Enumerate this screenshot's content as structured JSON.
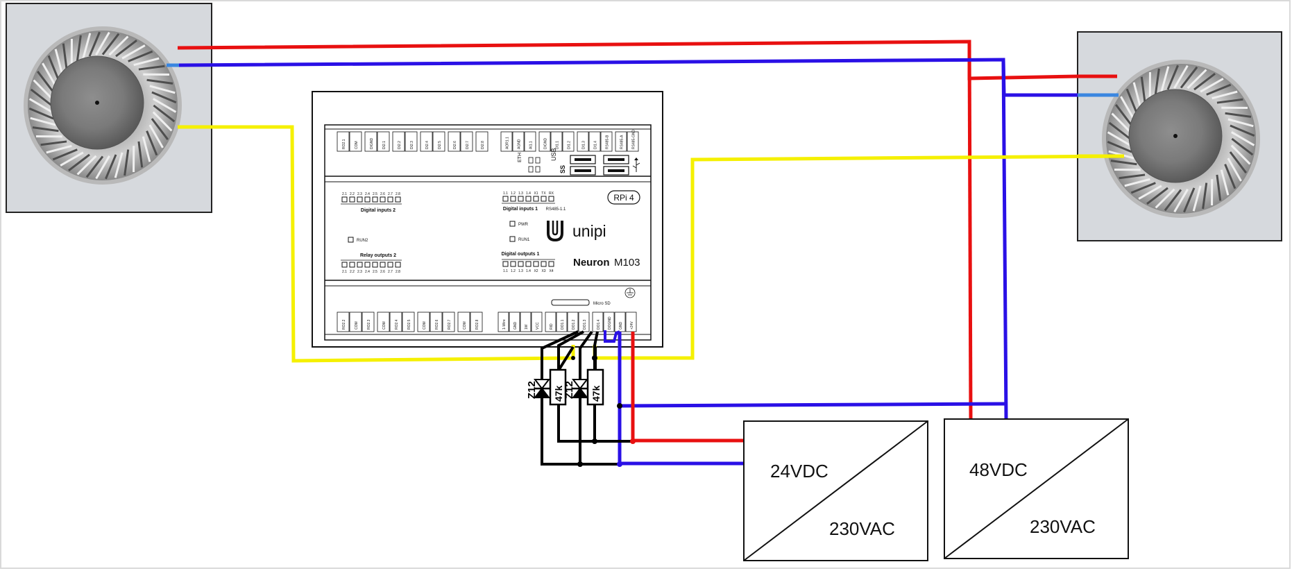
{
  "controller": {
    "badge": "RPi 4",
    "brand": "unipi",
    "model_bold": "Neuron",
    "model_rest": "M103",
    "section_digital_inputs_2": "Digital inputs 2",
    "section_digital_inputs_1": "Digital inputs 1",
    "section_relay_outputs_2": "Relay outputs 2",
    "section_digital_outputs_1": "Digital outputs 1",
    "rs485_label": "RS485-1.1",
    "pwr_label": "PWR",
    "run1_label": "RUN1",
    "run2_label": "RUN2",
    "microsd_label": "Micro SD",
    "eth_label": "ETH",
    "usb_label": "USB",
    "ss_label": "SS",
    "din_top_right": [
      "1.1",
      "1.2",
      "1.3",
      "1.4",
      "X1",
      "TX",
      "RX"
    ],
    "din_top_left": [
      "2.1",
      "2.2",
      "2.3",
      "2.4",
      "2.5",
      "2.6",
      "2.7",
      "2.8"
    ],
    "dout_right": [
      "1.1",
      "1.2",
      "1.3",
      "1.4",
      "X2",
      "X3",
      "X4"
    ],
    "rout_left": [
      "2.1",
      "2.2",
      "2.3",
      "2.4",
      "2.5",
      "2.6",
      "2.7",
      "2.8"
    ],
    "top_terminals_left": [
      "RO2.1",
      "COM",
      "DIGND",
      "DI2.1",
      "DI2.2",
      "DI2.3",
      "DI2.4",
      "DI2.5",
      "DI2.6",
      "DI2.7",
      "DI2.8"
    ],
    "top_terminals_right": [
      "AOR1.1",
      "AGND",
      "AI1.1",
      "DIGND",
      "DI1.1",
      "DI1.2",
      "DI1.3",
      "DI1.4",
      "RS485-B",
      "RS485-A",
      "RS485-GND"
    ],
    "bottom_terminals_left": [
      "RO2.2",
      "COM",
      "RO2.3",
      "COM",
      "RO2.4",
      "RO2.5",
      "COM",
      "RO2.6",
      "RO2.7",
      "COM",
      "RO2.8"
    ],
    "bottom_terminals_right": [
      "1-Wire",
      "GND",
      "1W",
      "VCC",
      "RID",
      "DO1.1",
      "DO1.2",
      "DO1.3",
      "DO1.4",
      "DOGND",
      "GND",
      "+24V"
    ]
  },
  "components": {
    "zener_1": "Z12",
    "resistor_1": "47k",
    "zener_2": "Z12",
    "resistor_2": "47k"
  },
  "psu_24": {
    "output": "24VDC",
    "input": "230VAC"
  },
  "psu_48": {
    "output": "48VDC",
    "input": "230VAC"
  },
  "wire_colors": {
    "positive": "#e81010",
    "negative": "#2a10e6",
    "signal": "#f5f000",
    "fan_blue": "#3a86e0",
    "control": "#000000"
  }
}
